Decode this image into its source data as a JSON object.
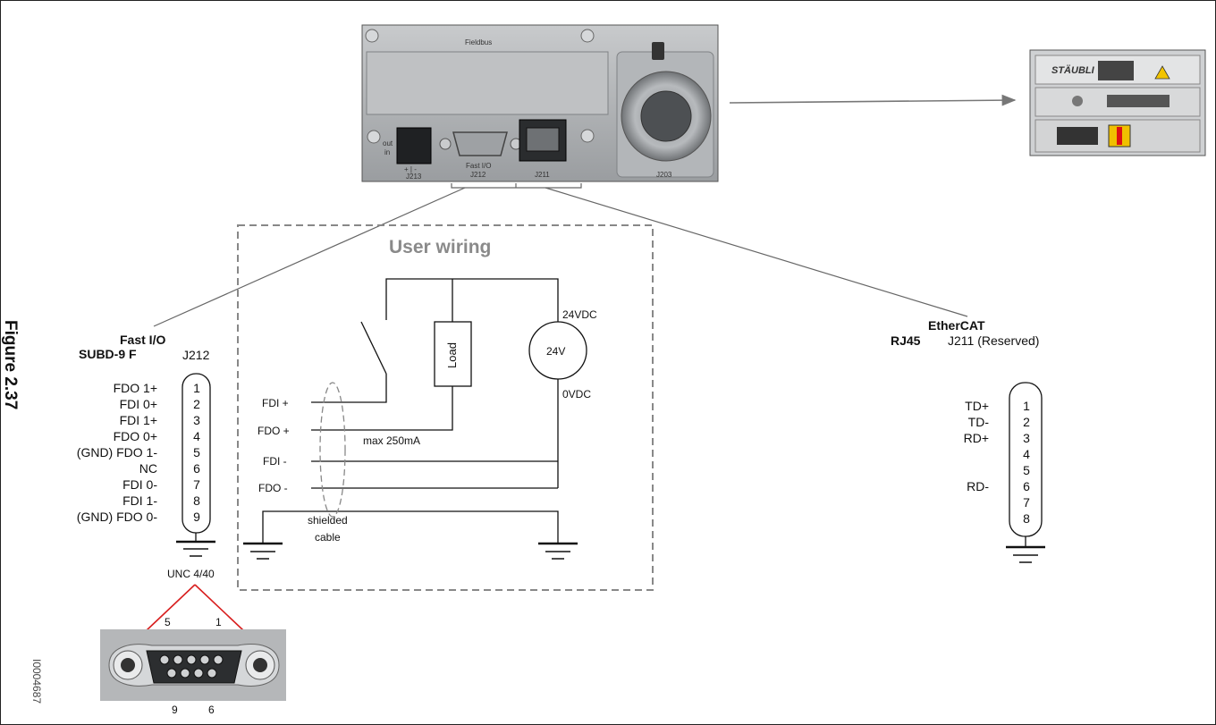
{
  "figure": {
    "label": "Figure 2.37",
    "image_id": "I0004687"
  },
  "panel": {
    "fieldbus_label": "Fieldbus",
    "connectors": {
      "j213": "J213",
      "j212": "J212",
      "j212_caption": "Fast I/O",
      "j211": "J211",
      "j203": "J203",
      "out_in": "out\nin",
      "plus_minus": "+ | -"
    }
  },
  "controller": {
    "brand": "STÄUBLI"
  },
  "user_wiring": {
    "title": "User wiring",
    "fdi_plus": "FDI +",
    "fdo_plus": "FDO +",
    "fdi_minus": "FDI -",
    "fdo_minus": "FDO -",
    "load": "Load",
    "source": "24V",
    "v24": "24VDC",
    "v0": "0VDC",
    "max_current": "max 250mA",
    "shielded_1": "shielded",
    "shielded_2": "cable"
  },
  "fast_io": {
    "title": "Fast I/O",
    "type": "SUBD-9 F",
    "connector": "J212",
    "pin_labels": [
      "FDO 1+",
      "FDI 0+",
      "FDI 1+",
      "FDO 0+",
      "(GND) FDO 1-",
      "NC",
      "FDI 0-",
      "FDI 1-",
      "(GND) FDO 0-"
    ],
    "pin_numbers": [
      "1",
      "2",
      "3",
      "4",
      "5",
      "6",
      "7",
      "8",
      "9"
    ],
    "screw": "UNC 4/40",
    "photo_pins_top": [
      "5",
      "1"
    ],
    "photo_pins_bottom": [
      "9",
      "6"
    ]
  },
  "ethercat": {
    "title": "EtherCAT",
    "type": "RJ45",
    "connector": "J211 (Reserved)",
    "pin_labels": [
      "TD+",
      "TD-",
      "RD+",
      "",
      "",
      "RD-",
      "",
      ""
    ],
    "pin_numbers": [
      "1",
      "2",
      "3",
      "4",
      "5",
      "6",
      "7",
      "8"
    ]
  },
  "colors": {
    "arrow_red": "#d81e1e",
    "dashed_box": "#888888",
    "title_gray": "#8a8a8a",
    "panel_gray": "#a9acaf"
  }
}
